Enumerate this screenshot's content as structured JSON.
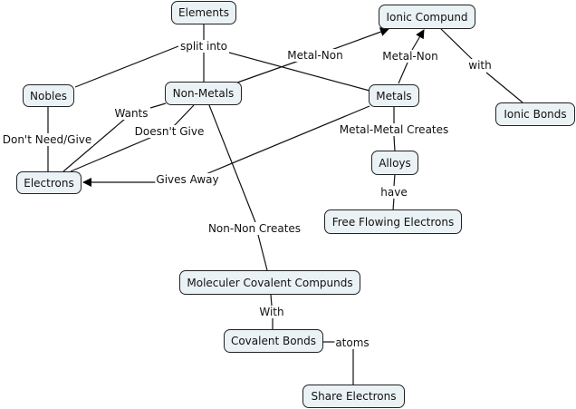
{
  "nodes": {
    "elements": "Elements",
    "ionic_compund": "Ionic Compund",
    "nobles": "Nobles",
    "non_metals": "Non-Metals",
    "metals": "Metals",
    "ionic_bonds": "Ionic Bonds",
    "electrons": "Electrons",
    "alloys": "Alloys",
    "free_flowing_electrons": "Free Flowing Electrons",
    "moleculer_covalent_compunds": "Moleculer Covalent Compunds",
    "covalent_bonds": "Covalent Bonds",
    "share_electrons": "Share Electrons"
  },
  "links": {
    "split_into": "split into",
    "metal_non_1": "Metal-Non",
    "metal_non_2": "Metal-Non",
    "with_lower": "with",
    "wants": "Wants",
    "doesnt_give": "Doesn't Give",
    "dont_need_give": "Don't Need/Give",
    "gives_away": "Gives Away",
    "metal_metal_creates": "Metal-Metal Creates",
    "have": "have",
    "non_non_creates": "Non-Non Creates",
    "with_upper": "With",
    "atoms": "atoms"
  }
}
